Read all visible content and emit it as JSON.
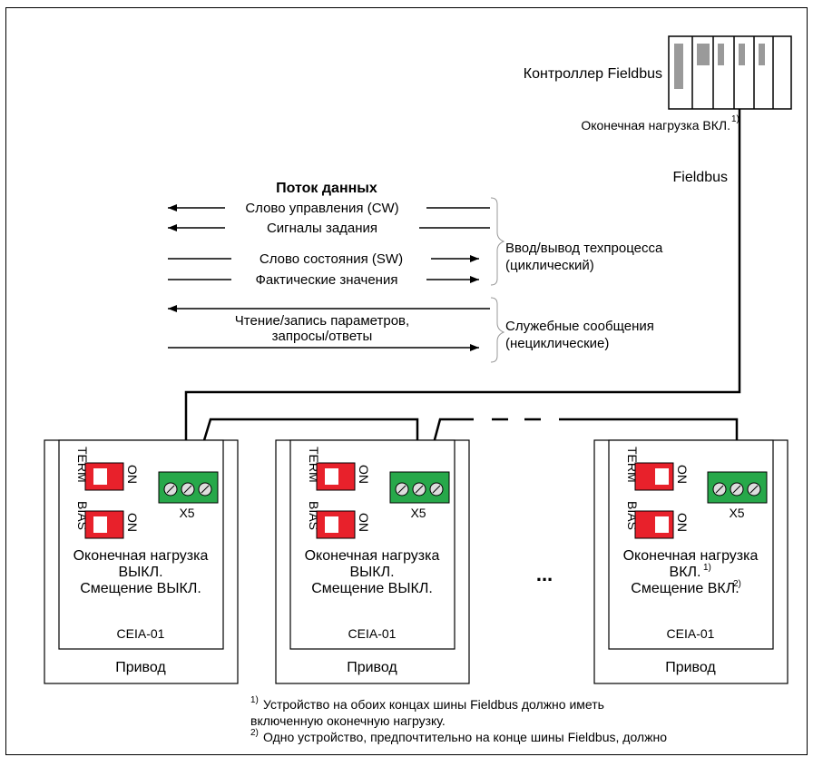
{
  "controller": {
    "title": "Контроллер Fieldbus",
    "term_on": "Оконечная нагрузка ВКЛ.",
    "term_on_ref": "1)",
    "bus_label": "Fieldbus"
  },
  "dataflow": {
    "heading": "Поток данных",
    "control_word": "Слово управления (CW)",
    "references": "Сигналы задания",
    "status_word": "Слово состояния (SW)",
    "actual_values": "Фактические значения",
    "params_line1": "Чтение/запись параметров,",
    "params_line2": "запросы/ответы",
    "process_io_line1": "Ввод/вывод техпроцесса",
    "process_io_line2": "(циклический)",
    "service_line1": "Служебные сообщения",
    "service_line2": "(нециклические)"
  },
  "switch_labels": {
    "term": "TERM",
    "bias": "BIAS",
    "on": "ON"
  },
  "connector_label": "X5",
  "module_label": "CEIA-01",
  "drive_label": "Привод",
  "ellipsis": "...",
  "drives": [
    {
      "line1": "Оконечная нагрузка",
      "line2": "ВЫКЛ.",
      "line2_ref": "",
      "line3": "Смещение ВЫКЛ.",
      "line3_ref": ""
    },
    {
      "line1": "Оконечная нагрузка",
      "line2": "ВЫКЛ.",
      "line2_ref": "",
      "line3": "Смещение ВЫКЛ.",
      "line3_ref": ""
    },
    {
      "line1": "Оконечная нагрузка",
      "line2": "ВКЛ.",
      "line2_ref": "1)",
      "line3": "Смещение ВКЛ.",
      "line3_ref": "2)"
    }
  ],
  "footnotes": {
    "note1_ref": "1)",
    "note1_line1": "Устройство на обоих концах шины Fieldbus должно иметь",
    "note1_line2": "включенную оконечную нагрузку.",
    "note2_ref": "2)",
    "note2_line1": "Одно устройство, предпочтительно на конце шины Fieldbus, должно"
  },
  "colors": {
    "switch_red": "#e8212b",
    "terminal_green": "#27a84a",
    "plc_gray": "#9a9a9a"
  }
}
